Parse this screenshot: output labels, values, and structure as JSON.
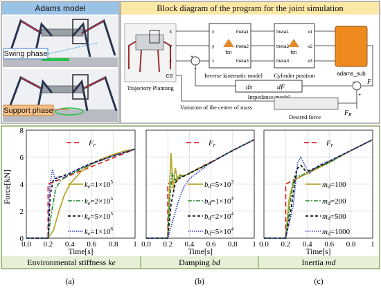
{
  "top": {
    "adams_title": "Adams model",
    "swing_label": "Swing phase",
    "support_label": "Support phase",
    "block_title": "Block diagram of the program for the joint simulation",
    "traj_label": "Trajectory Planning",
    "ports_in": [
      "x",
      "y",
      "z",
      "CG"
    ],
    "ik_in": [
      "x",
      "y",
      "z"
    ],
    "ik_out": [
      "theta1",
      "theta2",
      "theta3"
    ],
    "cyl_in": [
      "theta1",
      "theta2",
      "theta3"
    ],
    "cyl_out": [
      "x1",
      "x2",
      "x3"
    ],
    "fcn": "fcn",
    "ik_caption": "Inverse kinematic model",
    "cyl_caption": "Cylinder position",
    "adams_sub": "adams_sub",
    "impedance_num": "dx",
    "impedance_den": "dF",
    "impedance_caption": "Impedance model",
    "variation_caption": "Variation of the center of mass",
    "desired_caption": "Desired force",
    "F": "F",
    "FR_main": "F",
    "FR_sub": "R",
    "plus": "+",
    "minus": "−"
  },
  "axes": {
    "ylabel": "Force[kN]",
    "xlabel": "Time[s]",
    "yticks": [
      "0",
      "2",
      "4",
      "6",
      "8"
    ],
    "xticks": [
      "0.0",
      "0.2",
      "0.4",
      "0.6",
      "0.8",
      "1"
    ]
  },
  "captions": {
    "a": {
      "text": "Environmental stiffness ",
      "sym": "ke"
    },
    "b": {
      "text": "Damping ",
      "sym": "bd"
    },
    "c": {
      "text": "Inertia ",
      "sym": "md"
    }
  },
  "panel_labels": [
    "(a)",
    "(b)",
    "(c)"
  ],
  "colors": {
    "fr": "#e0252b",
    "s1": "#b8a52a",
    "s2": "#1a8a2a",
    "s3": "#111111",
    "s4": "#2a35c8",
    "grid": "#cfcfcf",
    "frame": "#6b8f3a",
    "band": "#e7f0d6"
  },
  "chart_data": [
    {
      "type": "line",
      "xlim": [
        0,
        1
      ],
      "ylim": [
        0,
        8
      ],
      "xlabel": "Time[s]",
      "ylabel": "Force[kN]",
      "series": [
        {
          "name": "Fr",
          "x": [
            0,
            0.2,
            0.2,
            1
          ],
          "y": [
            0,
            0,
            4,
            6.6
          ]
        },
        {
          "name": "ke=1×10^5",
          "x": [
            0,
            0.2,
            0.25,
            0.3,
            0.35,
            0.4,
            0.5,
            0.6,
            0.7,
            0.8,
            0.9,
            1
          ],
          "y": [
            0,
            0,
            0.6,
            2.0,
            3.2,
            4.0,
            4.9,
            5.5,
            5.9,
            6.2,
            6.45,
            6.6
          ]
        },
        {
          "name": "ke=2×10^5",
          "x": [
            0,
            0.2,
            0.23,
            0.27,
            0.32,
            0.4,
            0.5,
            0.6,
            0.8,
            1
          ],
          "y": [
            0,
            0,
            1.8,
            3.7,
            4.3,
            4.7,
            5.1,
            5.5,
            6.1,
            6.6
          ]
        },
        {
          "name": "ke=5×10^5",
          "x": [
            0,
            0.2,
            0.22,
            0.25,
            0.3,
            0.4,
            0.5,
            0.6,
            0.8,
            1
          ],
          "y": [
            0,
            0,
            3.2,
            4.4,
            4.5,
            4.8,
            5.2,
            5.55,
            6.1,
            6.6
          ]
        },
        {
          "name": "ke=1×10^6",
          "x": [
            0,
            0.2,
            0.215,
            0.24,
            0.27,
            0.3,
            0.35,
            0.4,
            0.5,
            0.6,
            0.8,
            1
          ],
          "y": [
            0,
            0,
            3.8,
            5.1,
            4.2,
            4.6,
            4.5,
            4.8,
            5.2,
            5.5,
            6.1,
            6.6
          ]
        }
      ],
      "legend": [
        "Fr",
        "ke=1×10^5",
        "ke=2×10^5",
        "ke=5×10^5",
        "ke=1×10^6"
      ]
    },
    {
      "type": "line",
      "xlim": [
        0,
        1
      ],
      "ylim": [
        0,
        8
      ],
      "xlabel": "Time[s]",
      "ylabel": "Force[kN]",
      "series": [
        {
          "name": "Fr",
          "x": [
            0,
            0.2,
            0.2,
            1
          ],
          "y": [
            0,
            0,
            4,
            7.3
          ]
        },
        {
          "name": "bd=5×10^3",
          "x": [
            0,
            0.2,
            0.215,
            0.23,
            0.25,
            0.27,
            0.29,
            0.31,
            0.35,
            0.4,
            0.6,
            0.8,
            1
          ],
          "y": [
            0,
            0,
            3.5,
            6.3,
            3.6,
            5.2,
            4.3,
            4.7,
            4.6,
            4.8,
            5.6,
            6.5,
            7.3
          ]
        },
        {
          "name": "bd=1×10^4",
          "x": [
            0,
            0.2,
            0.22,
            0.24,
            0.27,
            0.3,
            0.35,
            0.4,
            0.6,
            0.8,
            1
          ],
          "y": [
            0,
            0,
            3.0,
            4.8,
            4.3,
            4.6,
            4.6,
            4.8,
            5.6,
            6.5,
            7.3
          ]
        },
        {
          "name": "bd=2×10^4",
          "x": [
            0,
            0.2,
            0.23,
            0.27,
            0.3,
            0.35,
            0.4,
            0.6,
            0.8,
            1
          ],
          "y": [
            0,
            0,
            2.5,
            4.1,
            4.4,
            4.6,
            4.8,
            5.6,
            6.5,
            7.3
          ]
        },
        {
          "name": "bd=5×10^4",
          "x": [
            0,
            0.2,
            0.25,
            0.3,
            0.35,
            0.4,
            0.5,
            0.6,
            0.8,
            1
          ],
          "y": [
            0,
            0,
            1.4,
            2.8,
            3.8,
            4.4,
            5.0,
            5.6,
            6.5,
            7.3
          ]
        }
      ],
      "legend": [
        "Fr",
        "bd=5×10^3",
        "bd=1×10^4",
        "bd=2×10^4",
        "bd=5×10^4"
      ]
    },
    {
      "type": "line",
      "xlim": [
        0,
        1
      ],
      "ylim": [
        0,
        8
      ],
      "xlabel": "Time[s]",
      "ylabel": "Force[kN]",
      "series": [
        {
          "name": "Fr",
          "x": [
            0,
            0.2,
            0.2,
            1
          ],
          "y": [
            0,
            0,
            4,
            7.3
          ]
        },
        {
          "name": "md=100",
          "x": [
            0,
            0.2,
            0.23,
            0.27,
            0.3,
            0.35,
            0.4,
            0.6,
            0.8,
            1
          ],
          "y": [
            0,
            0,
            2.8,
            4.2,
            4.4,
            4.6,
            4.8,
            5.6,
            6.5,
            7.3
          ]
        },
        {
          "name": "md=200",
          "x": [
            0,
            0.2,
            0.24,
            0.28,
            0.32,
            0.36,
            0.4,
            0.6,
            0.8,
            1
          ],
          "y": [
            0,
            0,
            2.6,
            4.6,
            4.6,
            4.7,
            4.9,
            5.6,
            6.5,
            7.3
          ]
        },
        {
          "name": "md=500",
          "x": [
            0,
            0.2,
            0.25,
            0.3,
            0.34,
            0.38,
            0.42,
            0.5,
            0.6,
            0.8,
            1
          ],
          "y": [
            0,
            0,
            2.2,
            5.1,
            5.4,
            5.0,
            5.0,
            5.3,
            5.7,
            6.5,
            7.3
          ]
        },
        {
          "name": "md=1000",
          "x": [
            0,
            0.2,
            0.27,
            0.31,
            0.34,
            0.38,
            0.42,
            0.46,
            0.5,
            0.6,
            0.8,
            1
          ],
          "y": [
            0,
            0,
            2.4,
            5.6,
            6.0,
            5.3,
            4.8,
            5.1,
            5.4,
            5.7,
            6.5,
            7.3
          ]
        }
      ],
      "legend": [
        "Fr",
        "md=100",
        "md=200",
        "md=500",
        "md=1000"
      ]
    }
  ]
}
